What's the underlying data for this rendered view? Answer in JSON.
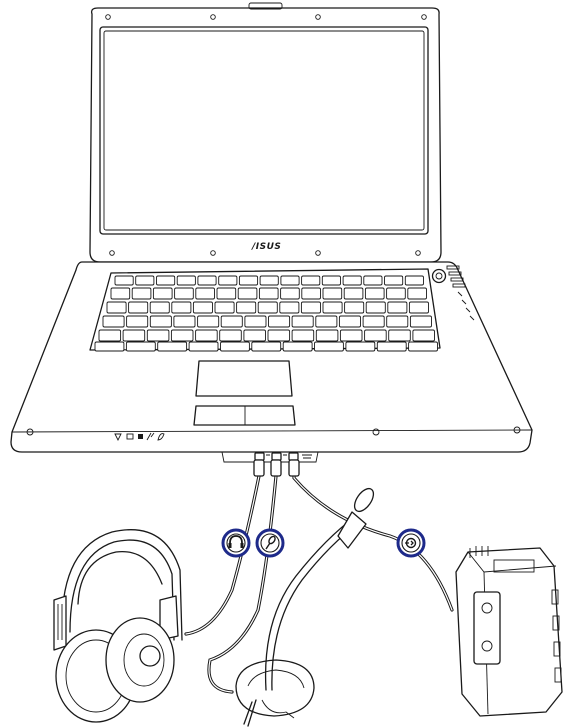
{
  "laptop": {
    "brand_logo": "/ISUS"
  },
  "ports": [
    "headphone-out-jack",
    "microphone-in-jack",
    "audio-line-in-jack"
  ],
  "badges": [
    {
      "name": "headphone-badge",
      "icon": "headphone-icon"
    },
    {
      "name": "microphone-badge",
      "icon": "microphone-icon"
    },
    {
      "name": "line-in-badge",
      "icon": "line-in-icon"
    }
  ],
  "colors": {
    "line": "#1a1a1a",
    "badge_ring": "#1e2a8a",
    "background": "#ffffff"
  }
}
